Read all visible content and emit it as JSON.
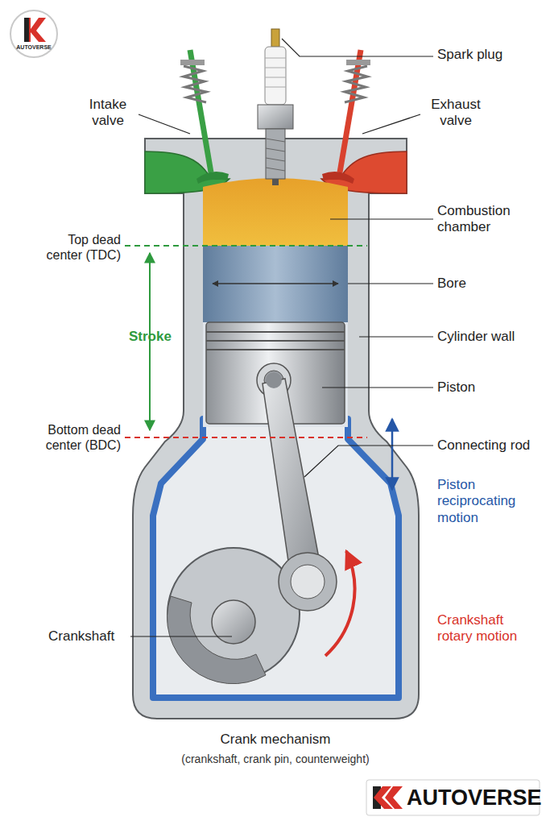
{
  "diagram": {
    "labels": [
      "Spark plug",
      "Intake valve",
      "Exhaust valve",
      "Combustion chamber",
      "Top dead center (TDC)",
      "Bore",
      "Stroke",
      "Cylinder wall",
      "Piston",
      "Bottom dead center (BDC)",
      "Connecting rod",
      "Piston reciprocating motion",
      "Crankshaft",
      "Crankshaft rotary motion",
      "Crank mechanism",
      "(crankshaft, crank pin, counterweight)",
      "AUTOVERSE",
      "AUTOVERSE"
    ]
  }
}
